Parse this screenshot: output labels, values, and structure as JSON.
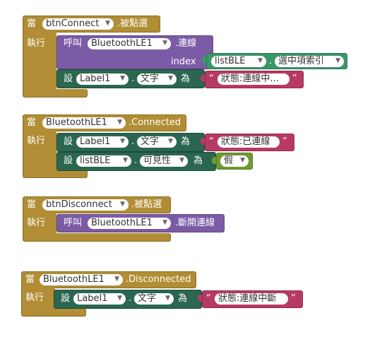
{
  "labels": {
    "when": "當",
    "do": "執行",
    "call": "呼叫",
    "set": "設",
    "to": "為",
    "dot": "."
  },
  "quote_open": "“",
  "quote_close": "”",
  "blocks": [
    {
      "component": "btnConnect",
      "event": ".被點選",
      "call_component": "BluetoothLE1",
      "method": ".連線",
      "param": "index",
      "param_component": "listBLE",
      "param_property": "選中項索引",
      "set_component": "Label1",
      "set_property": "文字",
      "text": "狀態:連線中..."
    },
    {
      "component": "BluetoothLE1",
      "event": ".Connected",
      "set1_component": "Label1",
      "set1_property": "文字",
      "text": "狀態:已連線",
      "set2_component": "listBLE",
      "set2_property": "可見性",
      "bool_value": "假"
    },
    {
      "component": "btnDisconnect",
      "event": ".被點選",
      "call_component": "BluetoothLE1",
      "method": ".斷開連線"
    },
    {
      "component": "BluetoothLE1",
      "event": ".Disconnected",
      "set_component": "Label1",
      "set_property": "文字",
      "text": "狀態:連線中斷"
    }
  ],
  "colors": {
    "event": "#b18e35",
    "call": "#7c5ba6",
    "setter": "#2b6650",
    "getter": "#3b9668",
    "text": "#b73a65",
    "logic": "#6e9b2f"
  }
}
